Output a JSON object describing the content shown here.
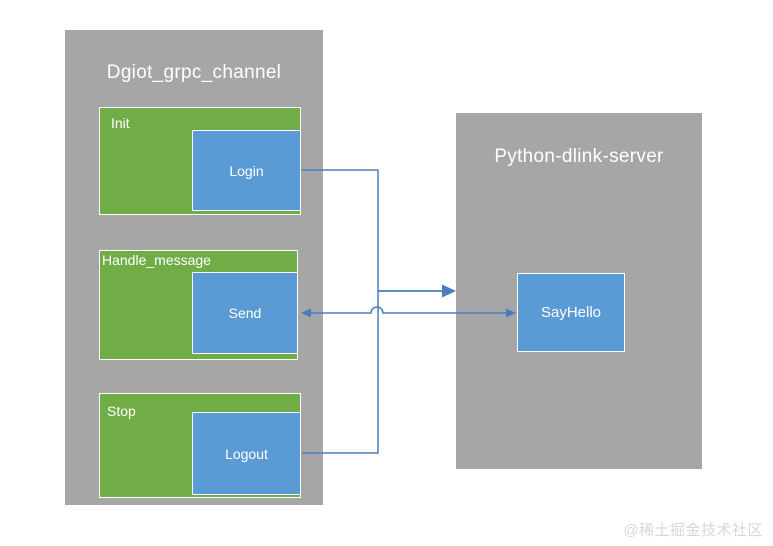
{
  "diagram": {
    "client": {
      "title": "Dgiot_grpc_channel",
      "blocks": [
        {
          "label": "Init",
          "button": "Login"
        },
        {
          "label": "Handle_message",
          "button": "Send"
        },
        {
          "label": "Stop",
          "button": "Logout"
        }
      ]
    },
    "server": {
      "title": "Python-dlink-server",
      "button": "SayHello"
    },
    "connections": [
      {
        "from": "Login",
        "to": "Python-dlink-server",
        "style": "elbow-line, shared vertical trunk with Logout"
      },
      {
        "from": "trunk",
        "to": "Python-dlink-server",
        "style": "right-pointing filled arrow into server panel edge"
      },
      {
        "from": "Send",
        "to": "SayHello",
        "style": "bidirectional arrow with hop over vertical trunk"
      },
      {
        "from": "Logout",
        "to": "trunk",
        "style": "elbow-line"
      }
    ],
    "colors": {
      "panel_gray": "#a6a6a6",
      "box_green": "#70ad47",
      "box_blue": "#5b9bd5",
      "connector_blue": "#4a7ebb",
      "border_white": "#ffffff",
      "text_white": "#ffffff"
    }
  },
  "watermark": {
    "text": "@稀土掘金技术社区"
  }
}
